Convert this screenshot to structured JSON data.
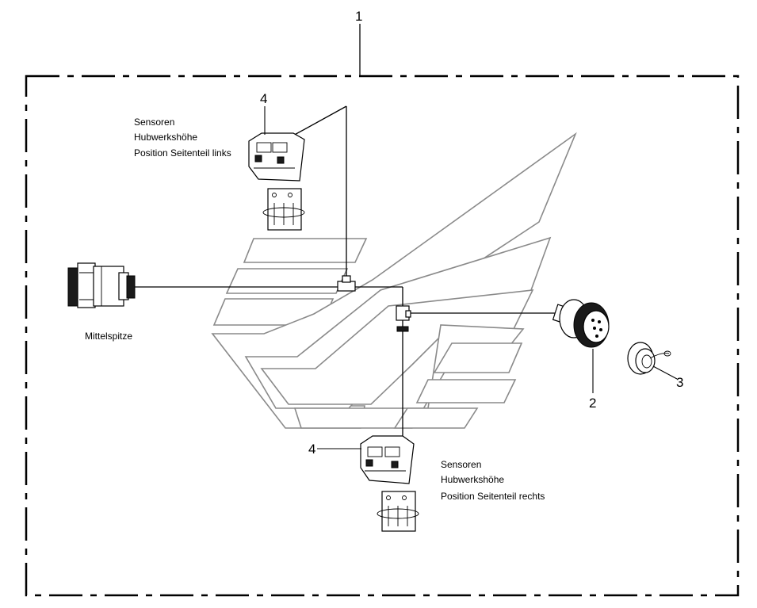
{
  "callouts": {
    "assembly": "1",
    "socket": "2",
    "cap": "3",
    "sensor_left": "4",
    "sensor_right": "4"
  },
  "labels": {
    "left_sensor": [
      "Sensoren",
      "Hubwerkshöhe",
      "Position Seitenteil links"
    ],
    "right_sensor": [
      "Sensoren",
      "Hubwerkshöhe",
      "Position Seitenteil rechts"
    ],
    "center_connector": "Mittelspitze"
  },
  "colors": {
    "line": "#000000",
    "logo_outline": "#8a8a8a",
    "background": "#ffffff"
  }
}
